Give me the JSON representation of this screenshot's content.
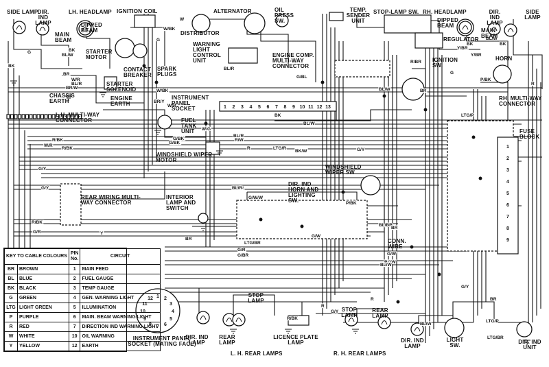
{
  "labels": {
    "side_lamp_l": "SIDE LAMP",
    "dir_ind_lamp_l": "DIR. IND LAMP",
    "main_beam_l": "MAIN BEAM",
    "lh_headlamp": "LH. HEADLAMP",
    "dipped_beam_l": "DIPPED BEAM",
    "starter_motor": "STARTER MOTOR",
    "ignition_coil": "IGNITION COIL",
    "distributor": "DISTRIBUTOR",
    "alternator": "ALTERNATOR",
    "oil_press_sw": "OIL PRESS SW.",
    "temp_sender": "TEMP. SENDER UNIT",
    "stop_lamp_sw": "STOP-LAMP SW.",
    "rh_headlamp": "RH. HEADLAMP",
    "dipped_beam_r": "DIPPED BEAM",
    "dir_ind_lamp_r": "DIR. IND LAMP",
    "side_lamp_r": "SIDE LAMP",
    "main_beam_r": "MAIN BEAM",
    "regulator": "REGULATOR",
    "warning_light": "WARNING LIGHT CONTROL UNIT",
    "engine_comp": "ENGINE COMP. MULTI-WAY CONNECTOR",
    "ignition_sw": "IGNITION SW.",
    "horn": "HORN",
    "contact_breaker": "CONTACT BREAKER",
    "spark_plugs": "SPARK PLUGS",
    "starter_solenoid": "STARTER SOLENOID",
    "chassis_earth": "CHASSIS EARTH",
    "engine_earth": "ENGINE EARTH",
    "instrument_socket": "INSTRUMENT PANEL SOCKET",
    "fuel_tank": "FUEL TANK UNIT",
    "lh_multiway": "L.H. MULTI-WAY CONNECTOR",
    "rh_multiway": "RH. MULTI-WAY CONNECTOR",
    "fuse_block": "FUSE BLOCK",
    "wiper_motor": "WINDSHIELD WIPER MOTOR",
    "rear_wiring": "REAR WIRING MULTI-WAY CONNECTOR",
    "interior_lamp": "INTERIOR LAMP AND SWITCH",
    "dir_horn_sw": "DIR. IND HORN AND LIGHTING SW.",
    "wiper_sw": "WINDSHIELD WIPER SW",
    "conn_wire": "CONN. WIRE",
    "stop_lamp_l": "STOP LAMP",
    "rear_lamp_l": "REAR LAMP",
    "dir_ind_lamp_rear_l": "DIR. IND LAMP",
    "licence_plate": "LICENCE PLATE LAMP",
    "stop_lamp_r": "STOP LAMP",
    "rear_lamp_r": "REAR LAMP",
    "dir_ind_lamp_rear_r": "DIR. IND LAMP",
    "light_sw": "LIGHT SW.",
    "dir_ind_unit": "DIR. IND UNIT",
    "lh_rear_lamps": "L. H. REAR LAMPS",
    "rh_rear_lamps": "R. H. REAR LAMPS",
    "socket_mating": "INSTRUMENT PANEL SOCKET (MATING FACE)"
  },
  "wire_codes": [
    "BK",
    "BK",
    "G",
    "BL/W",
    "BR",
    "W/R",
    "BL/R",
    "BR/W",
    "W/BK",
    "G",
    "W",
    "BL/R",
    "R/BK",
    "W/R",
    "R/BK",
    "W/BK",
    "W/R",
    "G/BK",
    "BR/Y",
    "W/G",
    "G/BK",
    "BL/R",
    "R/W",
    "R",
    "LTG/R",
    "BK/W",
    "G/Y",
    "BL/W",
    "BK",
    "G/BL",
    "R/BR",
    "BR",
    "BL/W",
    "LTG/P",
    "G",
    "Y/BR",
    "BK",
    "BL/W",
    "Y/BR",
    "BL/R",
    "R",
    "P/BK",
    "BK",
    "G/Y",
    "R/BK",
    "G/R",
    "G/Y",
    "BR",
    "G/W",
    "Y",
    "BL/R",
    "G/W",
    "P/BK",
    "LTG/BR",
    "BL/BR",
    "G/R",
    "G/BR",
    "G/W",
    "BR",
    "BL/W",
    "G/W",
    "BL/W",
    "G/Y",
    "R",
    "R/BK",
    "R",
    "BL/W",
    "LTG/P",
    "LTG/BR",
    "G/Y",
    "BR"
  ],
  "key": {
    "title": "KEY TO CABLE COLOURS",
    "pin_header": "PIN No.",
    "circuit_header": "CIRCUIT",
    "colours": [
      {
        "code": "BR",
        "name": "BROWN"
      },
      {
        "code": "BL",
        "name": "BLUE"
      },
      {
        "code": "BK",
        "name": "BLACK"
      },
      {
        "code": "G",
        "name": "GREEN"
      },
      {
        "code": "LTG",
        "name": "LIGHT GREEN"
      },
      {
        "code": "P",
        "name": "PURPLE"
      },
      {
        "code": "R",
        "name": "RED"
      },
      {
        "code": "W",
        "name": "WHITE"
      },
      {
        "code": "Y",
        "name": "YELLOW"
      }
    ],
    "pins": [
      {
        "pin": "1",
        "circuit": "MAIN FEED"
      },
      {
        "pin": "2",
        "circuit": "FUEL GAUGE"
      },
      {
        "pin": "3",
        "circuit": "TEMP GAUGE"
      },
      {
        "pin": "4",
        "circuit": "GEN. WARNING LIGHT"
      },
      {
        "pin": "5",
        "circuit": "ILLUMINATION"
      },
      {
        "pin": "6",
        "circuit": "MAIN. BEAM WARNING LIGHT"
      },
      {
        "pin": "7",
        "circuit": "DIRECTION IND WARNING LIGHT"
      },
      {
        "pin": "10",
        "circuit": "OIL WARNING"
      },
      {
        "pin": "12",
        "circuit": "EARTH"
      }
    ]
  },
  "socket_pins": [
    "1",
    "2",
    "3",
    "4",
    "5",
    "6",
    "7",
    "8",
    "9",
    "10",
    "11",
    "12"
  ],
  "panel_pins": [
    "1",
    "2",
    "3",
    "4",
    "5",
    "6",
    "7",
    "8",
    "9",
    "10",
    "11",
    "12",
    "13"
  ],
  "fuse_pins": [
    "1",
    "2",
    "3",
    "4",
    "5",
    "6",
    "7",
    "8",
    "9"
  ]
}
